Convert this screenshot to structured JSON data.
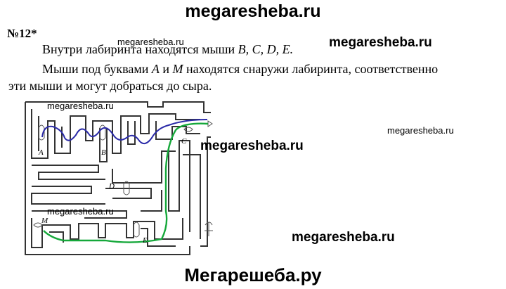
{
  "header": {
    "site_title": "megaresheba.ru"
  },
  "task": {
    "number": "№12*",
    "line1_text": "Внутри лабиринта находятся мыши ",
    "line1_letters": "B, C, D, E.",
    "line2_a": "Мыши под буквами ",
    "line2_A": "A",
    "line2_b": " и ",
    "line2_M": "M",
    "line2_c": " находятся снаружи лабиринта, соответственно",
    "line3": "эти мыши и могут добраться до сыра."
  },
  "watermarks": {
    "small_1": "megaresheba.ru",
    "small_2": "megaresheba.ru",
    "small_3": "megaresheba.ru",
    "small_4": "megaresheba.ru",
    "big_1": "megaresheba.ru",
    "big_2": "megaresheba.ru",
    "big_3": "megaresheba.ru"
  },
  "maze_labels": {
    "A": "A",
    "B": "B",
    "C": "C",
    "D": "D",
    "E": "E",
    "M": "M"
  },
  "colors": {
    "path_blue": "#2a2aa8",
    "path_green": "#15a83a",
    "wall": "#333333"
  },
  "footer": {
    "site_title": "Мегарешеба.ру"
  }
}
